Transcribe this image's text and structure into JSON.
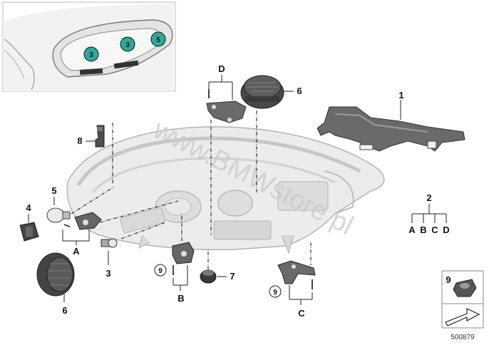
{
  "part_callouts": {
    "p1": "1",
    "p2": "2",
    "p3": "3",
    "p4": "4",
    "p5": "5",
    "p6a": "6",
    "p6b": "6",
    "p7": "7",
    "p8": "8",
    "p9a": "9",
    "p9b": "9",
    "p9c": "9"
  },
  "group_letters": {
    "A": "A",
    "B": "B",
    "C": "C",
    "D": "D"
  },
  "legend_letters": [
    "A",
    "B",
    "C",
    "D"
  ],
  "inset_vehicle_callouts": [
    "3",
    "3",
    "5"
  ],
  "watermark": "www.BMWstore.pl",
  "diagram_number": "500879",
  "colors": {
    "accent_teal": "#2fa79a",
    "line": "#222222",
    "part_gray": "#5a5a5a"
  }
}
